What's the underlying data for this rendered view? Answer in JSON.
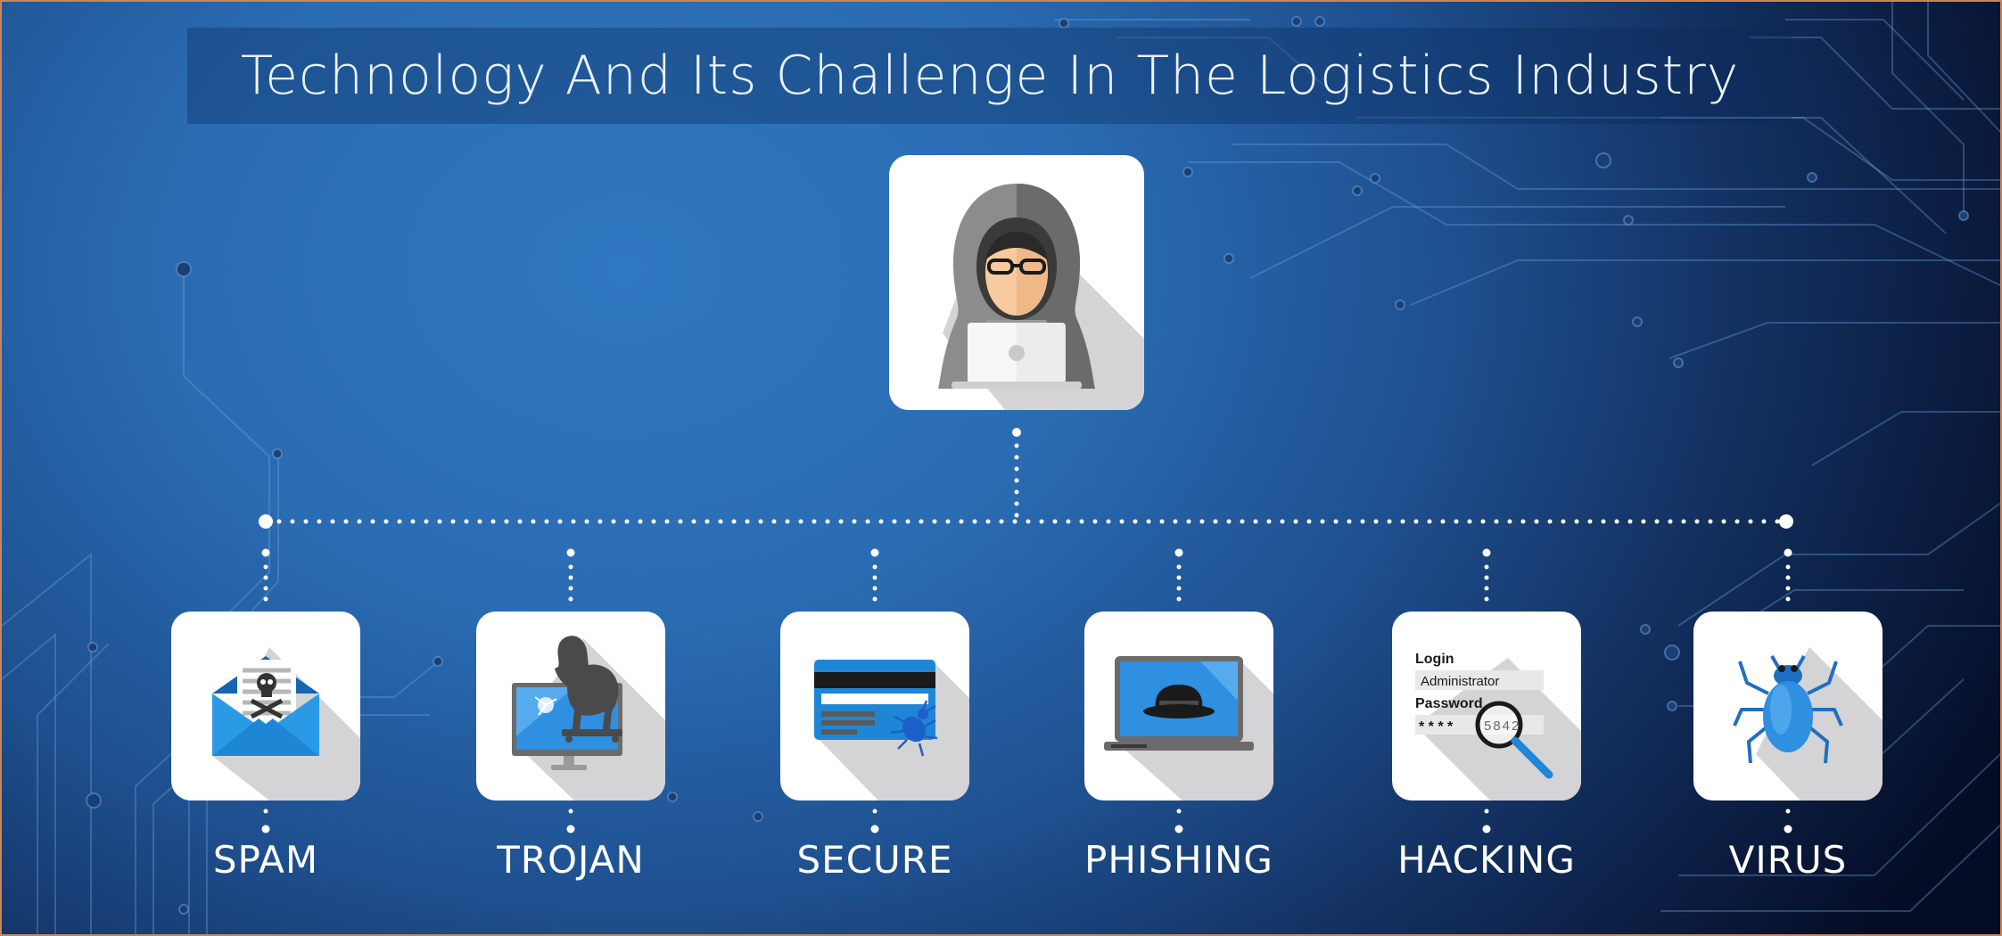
{
  "title": "Technology And Its Challenge In The Logistics Industry",
  "hub": {
    "icon": "hacker-icon"
  },
  "nodes": [
    {
      "label": "SPAM",
      "icon": "spam-mail-icon"
    },
    {
      "label": "TROJAN",
      "icon": "trojan-horse-icon"
    },
    {
      "label": "SECURE",
      "icon": "credit-card-bug-icon"
    },
    {
      "label": "PHISHING",
      "icon": "phishing-laptop-icon"
    },
    {
      "label": "HACKING",
      "icon": "password-login-icon"
    },
    {
      "label": "VIRUS",
      "icon": "virus-bug-icon"
    }
  ],
  "login_form": {
    "login_label": "Login",
    "login_value": "Administrator",
    "password_label": "Password",
    "password_value": "* * * *",
    "password_revealed": "5842"
  },
  "colors": {
    "background_start": "#2f77c0",
    "background_end": "#050d26",
    "icon_blue": "#1f86d6",
    "icon_gray": "#4a4a4a",
    "shadow": "#d4d4d6"
  }
}
